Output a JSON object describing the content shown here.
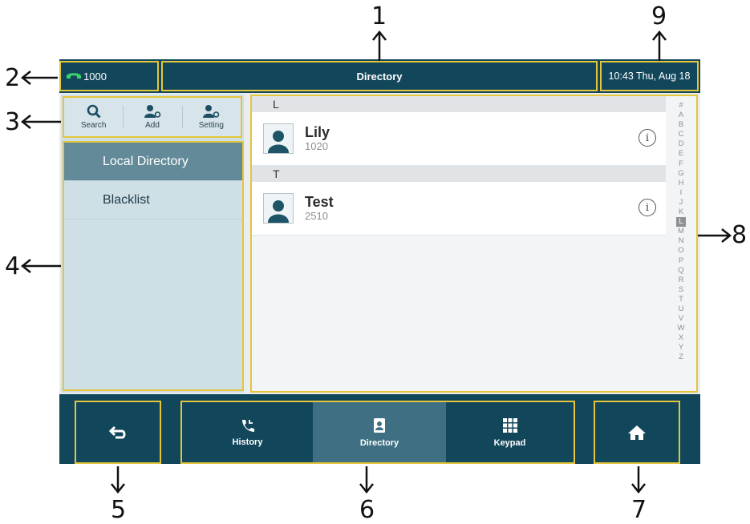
{
  "status_bar": {
    "line_label": "1000",
    "title": "Directory",
    "datetime": "10:43 Thu, Aug 18"
  },
  "toolbar": {
    "search_label": "Search",
    "add_label": "Add",
    "setting_label": "Setting"
  },
  "groups": [
    {
      "label": "Local Directory",
      "selected": true
    },
    {
      "label": "Blacklist",
      "selected": false
    }
  ],
  "contacts": [
    {
      "letter": "L",
      "name": "Lily",
      "number": "1020"
    },
    {
      "letter": "T",
      "name": "Test",
      "number": "2510"
    }
  ],
  "index": [
    "#",
    "A",
    "B",
    "C",
    "D",
    "E",
    "F",
    "G",
    "H",
    "I",
    "J",
    "K",
    "L",
    "M",
    "N",
    "O",
    "P",
    "Q",
    "R",
    "S",
    "T",
    "U",
    "V",
    "W",
    "X",
    "Y",
    "Z"
  ],
  "index_selected": "L",
  "soft_keys": {
    "history_label": "History",
    "directory_label": "Directory",
    "keypad_label": "Keypad"
  },
  "callouts": [
    "1",
    "2",
    "3",
    "4",
    "5",
    "6",
    "7",
    "8",
    "9"
  ],
  "colors": {
    "bar": "#12475b",
    "highlight": "#e6c53a",
    "selected_group": "#628a99",
    "line_icon": "#3bd16f"
  }
}
